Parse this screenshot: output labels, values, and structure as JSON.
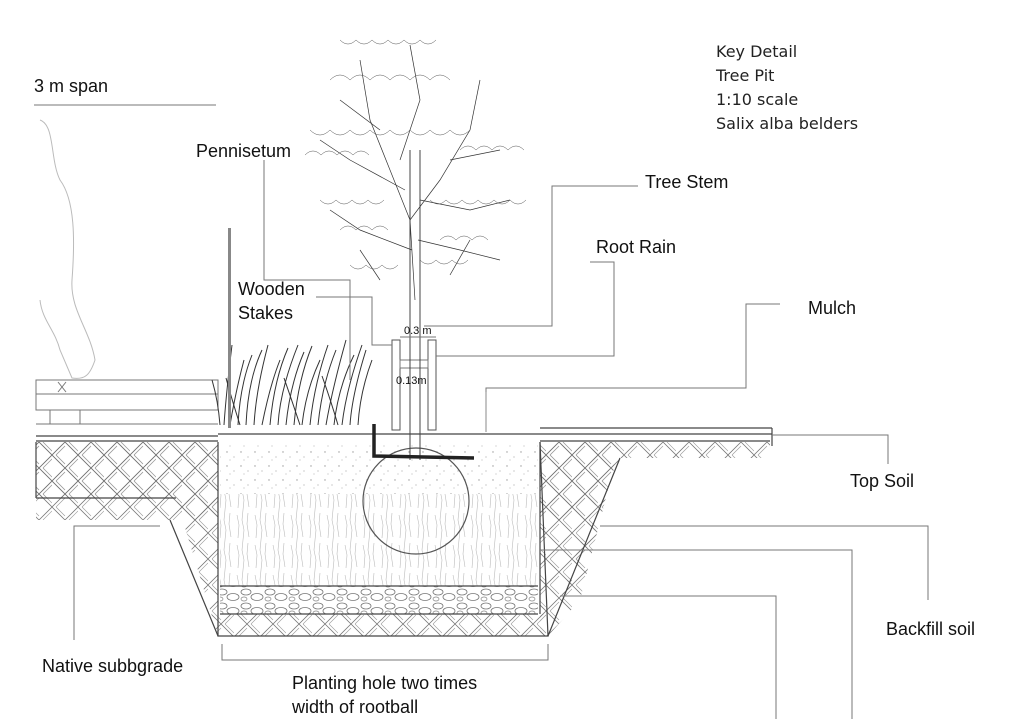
{
  "key": {
    "line1": "Key Detail",
    "line2": "Tree Pit",
    "line3": "1:10 scale",
    "line4": "Salix alba belders"
  },
  "labels": {
    "span": "3 m span",
    "pennisetum": "Pennisetum",
    "wooden_stakes_1": "Wooden",
    "wooden_stakes_2": "Stakes",
    "tree_stem": "Tree Stem",
    "root_rain": "Root Rain",
    "mulch": "Mulch",
    "top_soil": "Top Soil",
    "backfill_soil": "Backfill soil",
    "native_subgrade": "Native subbgrade",
    "planting_hole_1": "Planting hole two times",
    "planting_hole_2": "width of rootball",
    "dim_03": "0.3 m",
    "dim_013": "0.13m"
  },
  "colors": {
    "line": "#444444",
    "hatch": "#666666",
    "stake": "#222222"
  }
}
